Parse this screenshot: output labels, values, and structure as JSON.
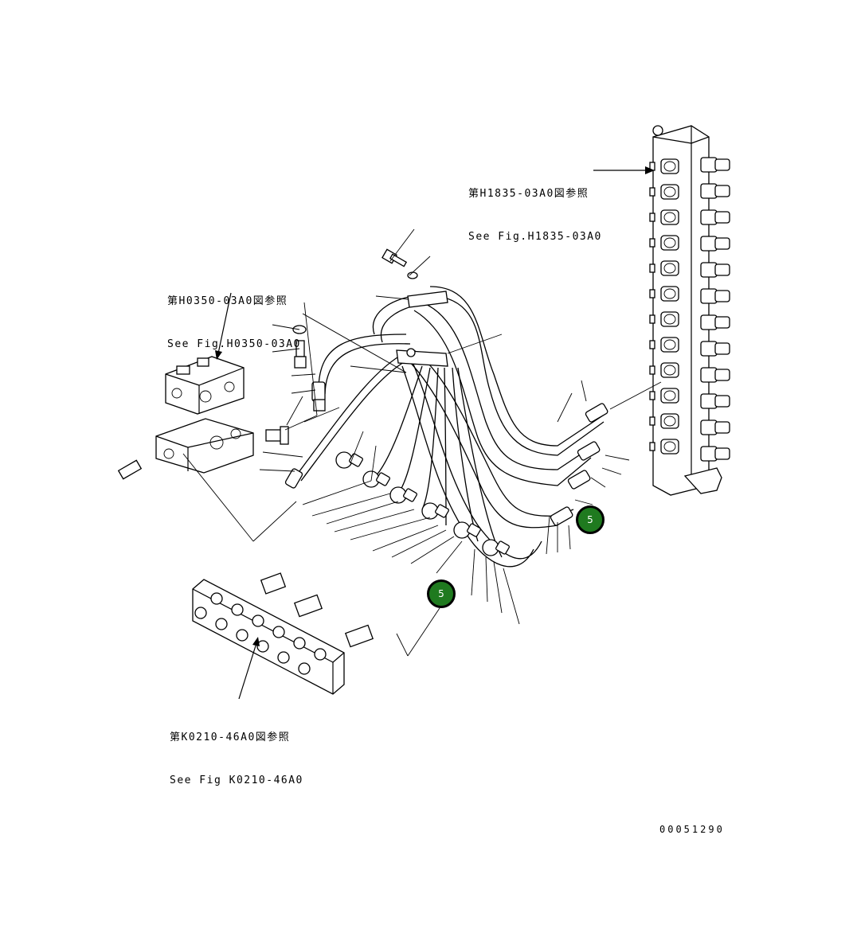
{
  "references": {
    "top_right": {
      "jp": "第H1835-03A0図参照",
      "en": "See Fig.H1835-03A0"
    },
    "left": {
      "jp": "第H0350-03A0図参照",
      "en": "See Fig.H0350-03A0"
    },
    "bottom_left": {
      "jp": "第K0210-46A0図参照",
      "en": "See Fig K0210-46A0"
    }
  },
  "callouts": [
    "5",
    "5"
  ],
  "drawing_number": "00051290",
  "icons": [
    "manifold-block-icon",
    "valve-block-icon",
    "distribution-block-icon",
    "hose-assembly-icon",
    "clamp-icon",
    "bolt-icon",
    "washer-icon"
  ]
}
